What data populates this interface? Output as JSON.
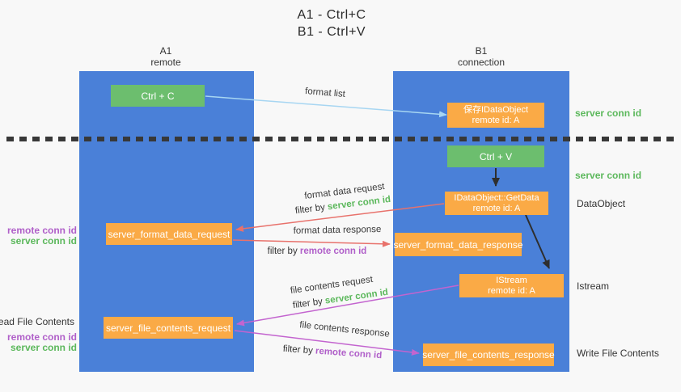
{
  "title": {
    "line1": "A1 - Ctrl+C",
    "line2": "B1 - Ctrl+V"
  },
  "columns": {
    "left": {
      "name": "A1",
      "role": "remote"
    },
    "right": {
      "name": "B1",
      "role": "connection"
    }
  },
  "nodes": {
    "ctrl_c": {
      "label": "Ctrl + C"
    },
    "save_dataobject": {
      "line1": "保存IDataObject",
      "line2": "remote id: A"
    },
    "ctrl_v": {
      "label": "Ctrl + V"
    },
    "getdata": {
      "line1": "IDataObject::GetData",
      "line2": "remote id: A"
    },
    "format_request": {
      "label": "server_format_data_request"
    },
    "format_response": {
      "label": "server_format_data_response"
    },
    "istream": {
      "line1": "IStream",
      "line2": "remote id: A"
    },
    "file_request": {
      "label": "server_file_contents_request"
    },
    "file_response": {
      "label": "server_file_contents_response"
    }
  },
  "labels": {
    "format_list": "format list",
    "format_data_request": "format data request",
    "format_data_response": "format data response",
    "file_contents_request": "file contents request",
    "file_contents_response": "file contents response",
    "filter_by": "filter by ",
    "server_conn_id": "server conn id",
    "remote_conn_id": "remote conn id",
    "dataobject": "DataObject",
    "istream": "Istream",
    "read_file_contents": "Read File Contents",
    "write_file_contents": "Write File Contents"
  },
  "colors": {
    "column_blue": "#4a80d8",
    "box_green": "#6cbe6e",
    "box_orange": "#faaa46",
    "arrow_lightblue": "#a7d6f2",
    "arrow_red": "#e8726c",
    "arrow_magenta": "#c364cf",
    "arrow_black": "#2e2e2e",
    "label_green": "#5cb85c",
    "label_purple": "#b05fc9",
    "background": "#f8f8f8"
  }
}
